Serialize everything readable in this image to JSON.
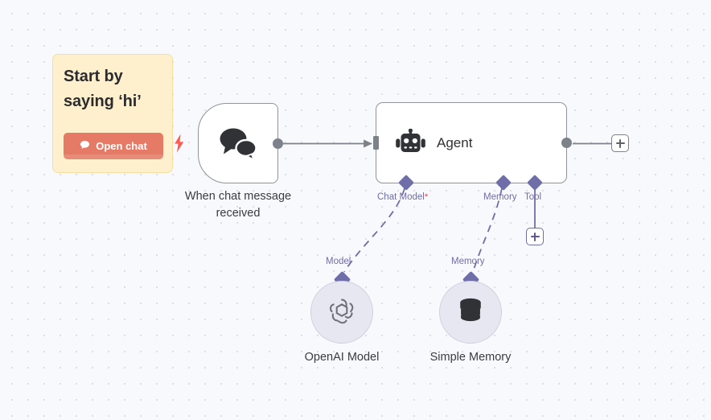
{
  "canvas": {
    "background_color": "#F8F9FC",
    "grid_dot_color": "#DDDDE4"
  },
  "sticky_note": {
    "title": "Start by saying ‘hi’",
    "background_color": "#FEF0CD",
    "border_color": "#F5DFA0",
    "button": {
      "label": "Open chat",
      "icon": "chat-bubble-icon",
      "color": "#E57A66"
    }
  },
  "nodes": {
    "trigger": {
      "name": "When chat message received",
      "icon": "chat-bubbles-icon",
      "has_trigger_bolt": true,
      "bolt_color": "#FF5A4D"
    },
    "agent": {
      "name": "Agent",
      "icon": "robot-icon",
      "input_ports": [
        {
          "label": "Chat Model",
          "required": true,
          "required_marker": "*",
          "connected": true
        },
        {
          "label": "Memory",
          "required": false,
          "required_marker": "",
          "connected": true
        },
        {
          "label": "Tool",
          "required": false,
          "required_marker": "",
          "connected": false
        }
      ],
      "output_plus_label": "+"
    },
    "sub_nodes": [
      {
        "name": "OpenAI Model",
        "port_label": "Model",
        "icon": "openai-logo-icon"
      },
      {
        "name": "Simple Memory",
        "port_label": "Memory",
        "icon": "database-icon"
      }
    ]
  },
  "buttons": {
    "agent_output_add": "+",
    "tool_add": "+"
  },
  "colors": {
    "accent_purple": "#6F6EA8",
    "port_gray": "#7D818A",
    "node_border": "#909399",
    "required_red": "#EE3B3B"
  }
}
